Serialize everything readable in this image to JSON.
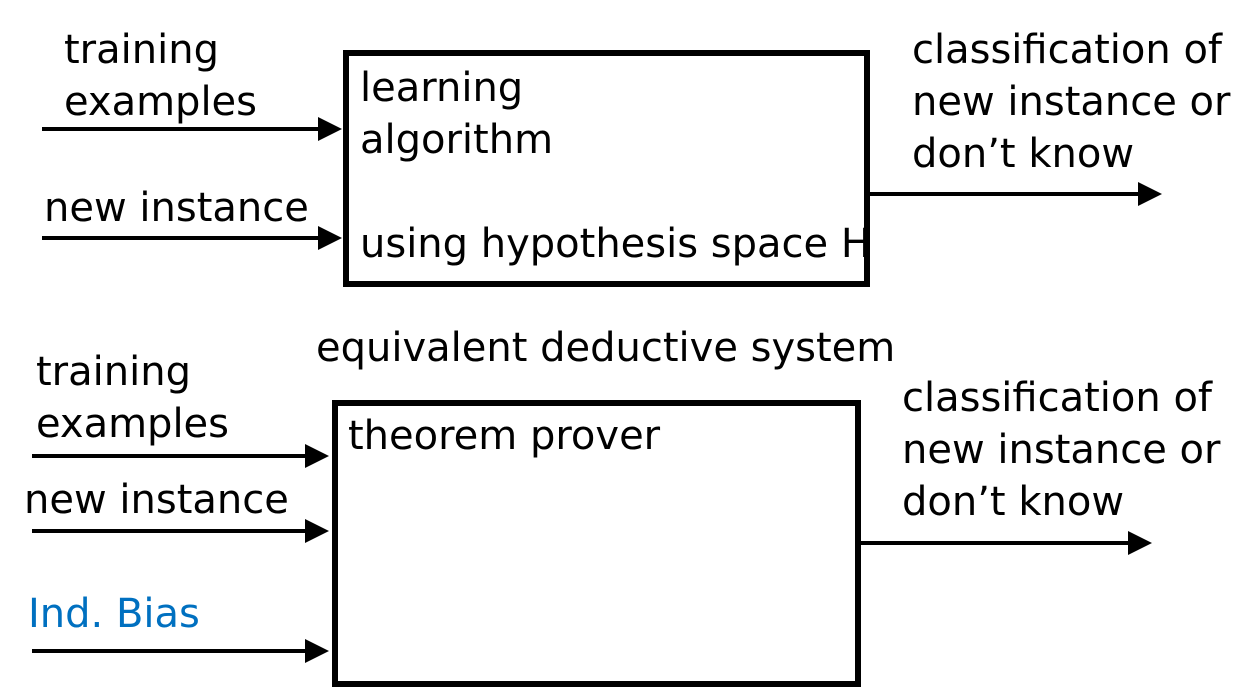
{
  "top": {
    "inputs": [
      {
        "label_line1": "training",
        "label_line2": "examples"
      },
      {
        "label": "new instance"
      }
    ],
    "box": {
      "line1": "learning",
      "line2": "algorithm",
      "line3": "using hypothesis space H"
    },
    "output": {
      "line1": "classification of",
      "line2": "new instance or",
      "line3": "don’t know"
    }
  },
  "bottom": {
    "title": "equivalent deductive system",
    "inputs": [
      {
        "label_line1": "training",
        "label_line2": "examples"
      },
      {
        "label": "new instance"
      },
      {
        "label": "Ind. Bias"
      }
    ],
    "box": {
      "line1": "theorem prover"
    },
    "output": {
      "line1": "classification of",
      "line2": "new instance or",
      "line3": "don’t know"
    }
  },
  "colors": {
    "ink": "#000000",
    "bias_label": "#0070C0"
  }
}
